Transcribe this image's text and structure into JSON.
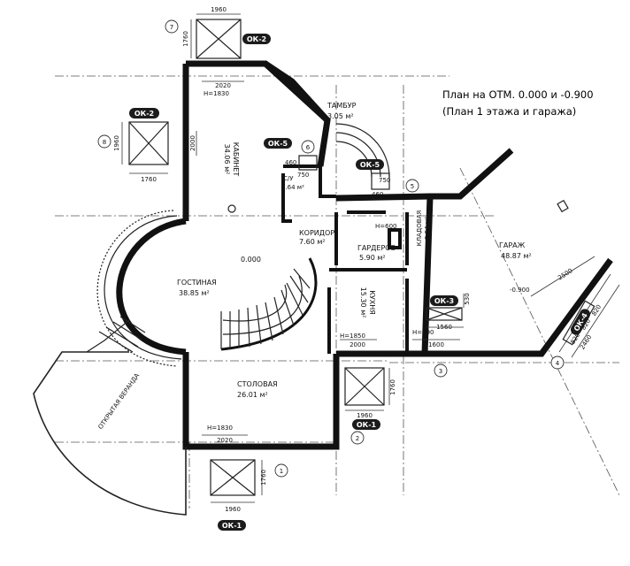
{
  "title": {
    "line1": "План на ОТМ. 0.000 и -0.900",
    "line2": "(План 1 этажа и гаража)"
  },
  "rooms": {
    "kabinet": {
      "name": "КАБИНЕТ",
      "area": "34.06 м²"
    },
    "tambur": {
      "name": "ТАМБУР",
      "area": "3.05 м²"
    },
    "su": {
      "name": "С/У",
      "area": "3.64 м²"
    },
    "koridor": {
      "name": "КОРИДОР",
      "area": "7.60 м²"
    },
    "garderob": {
      "name": "ГАРДЕРОБ",
      "area": "5.90 м²"
    },
    "kladovaya": {
      "name": "КЛАДОВАЯ",
      "area": "3.54 м²"
    },
    "garazh": {
      "name": "ГАРАЖ",
      "area": "48.87 м²"
    },
    "gostinaya": {
      "name": "ГОСТИНАЯ",
      "area": "38.85 м²"
    },
    "kuhnya": {
      "name": "КУХНЯ",
      "area": "15.30 м²"
    },
    "stolovaya": {
      "name": "СТОЛОВАЯ",
      "area": "26.01 м²"
    },
    "veranda": {
      "name": "ОТКРЫТАЯ ВЕРАНДА",
      "area": ""
    }
  },
  "levels": {
    "main": "0.000",
    "garage": "-0.900"
  },
  "windows": {
    "ok1_top": "ОК-1",
    "ok1_bottom": "ОК-1",
    "ok2_top": "ОК-2",
    "ok2_left": "ОК-2",
    "ok3": "ОК-3",
    "ok4": "ОК-4",
    "ok5_left": "ОК-5",
    "ok5_right": "ОК-5"
  },
  "callouts": [
    "1",
    "2",
    "3",
    "4",
    "5",
    "6",
    "7",
    "8"
  ],
  "dimensions": {
    "d1960": "1960",
    "d1760": "1760",
    "d2020": "2020",
    "d2000": "2000",
    "d1600": "1600",
    "d1560": "1560",
    "d2500": "2500",
    "d750": "750",
    "d460": "460",
    "d530": "530",
    "d820": "820",
    "d2460": "2460",
    "h1830": "H=1830",
    "h1850": "H=1850",
    "h590": "H=590",
    "h600": "H=600"
  }
}
